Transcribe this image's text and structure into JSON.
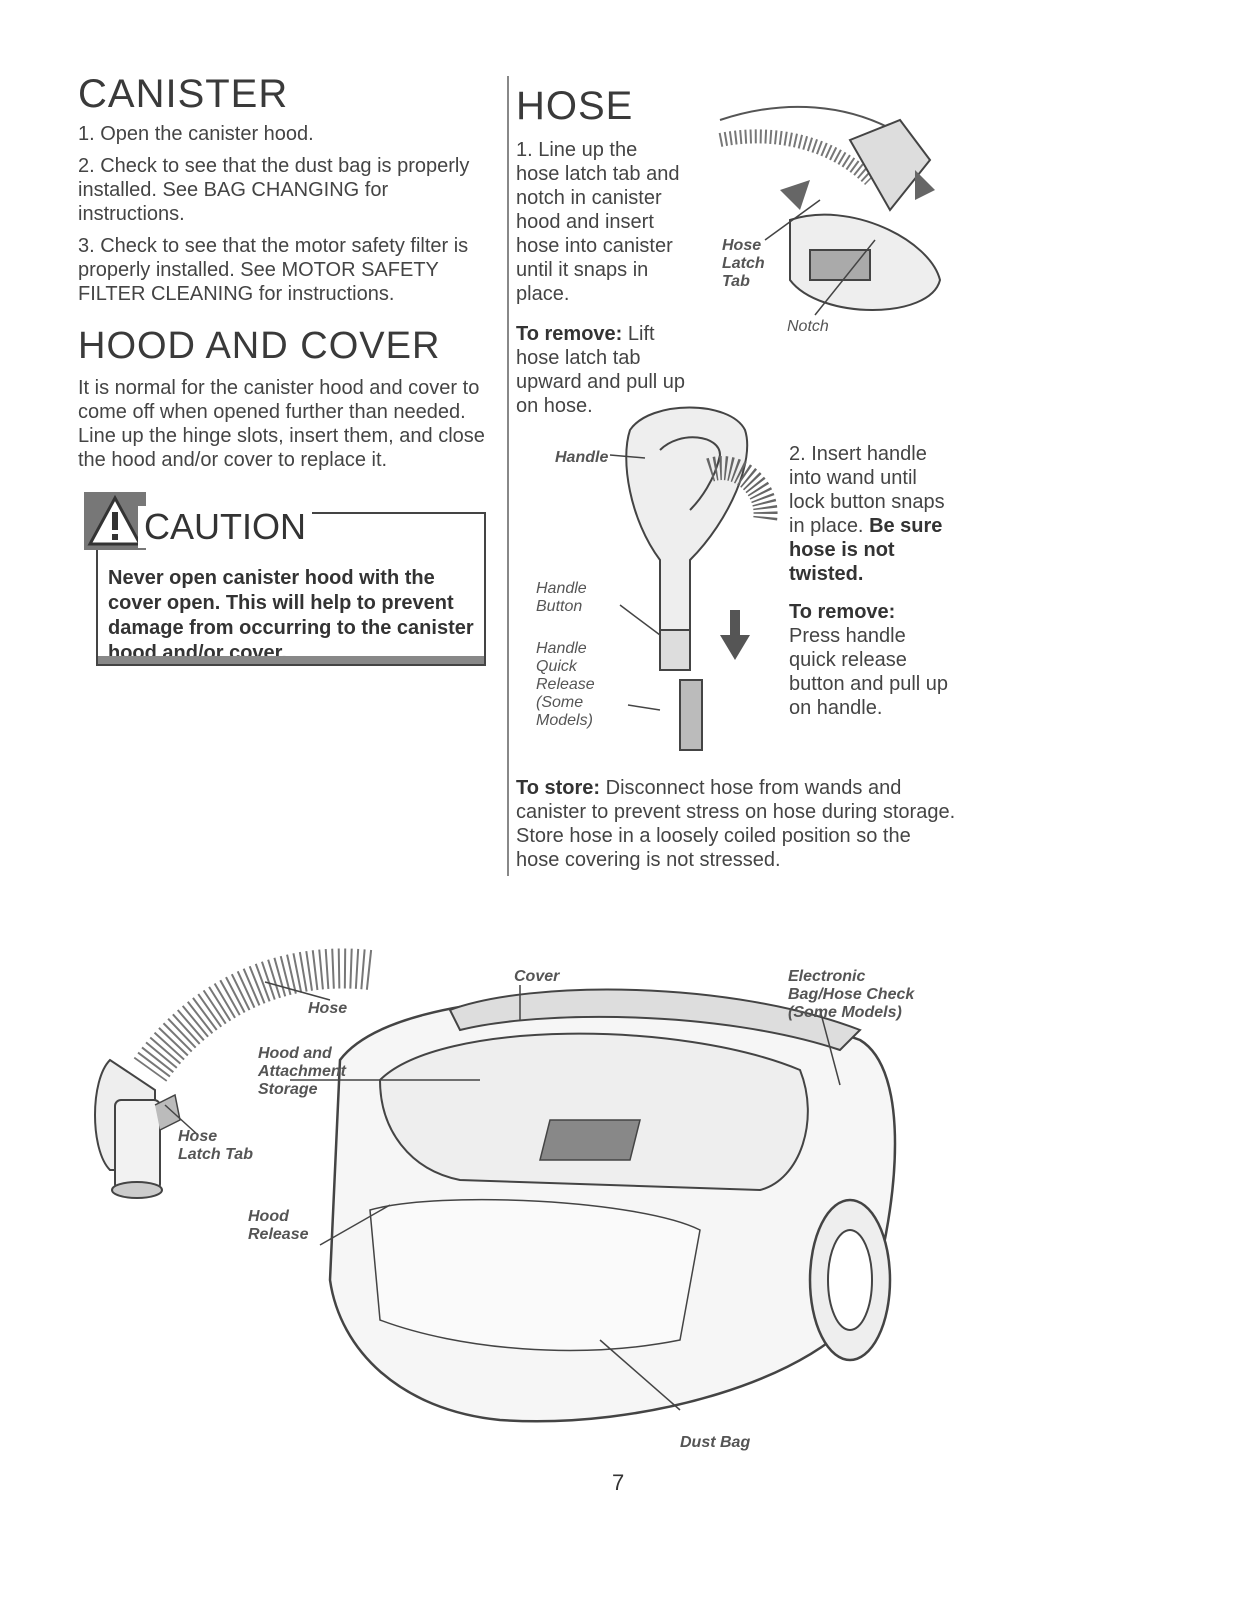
{
  "canister": {
    "heading": "CANISTER",
    "steps": [
      "1. Open the canister hood.",
      "2. Check to see that the dust bag is properly installed. See BAG CHANGING for instructions.",
      "3. Check to see that the motor safety filter is properly installed. See MOTOR SAFETY FILTER CLEANING for instructions."
    ]
  },
  "hood_cover": {
    "heading": "HOOD AND COVER",
    "text": "It is normal for the canister hood and cover to come off when opened further than needed. Line up the hinge slots, insert them, and close the hood and/or cover to replace it."
  },
  "caution": {
    "heading": "CAUTION",
    "text": "Never open canister hood with the cover open. This will help to prevent damage from occurring to the canister hood and/or cover."
  },
  "hose": {
    "heading": "HOSE",
    "step1": "1. Line up the hose latch tab and notch in canister hood and insert hose into canister until it snaps in place.",
    "remove1_label": "To remove:",
    "remove1_text": "Lift hose latch tab upward and pull up on hose.",
    "step2": "2. Insert handle into wand until lock button snaps in place.",
    "step2_bold": "Be sure hose is not twisted.",
    "remove2_label": "To remove:",
    "remove2_text": "Press handle quick release button and pull up on handle.",
    "store_label": "To store:",
    "store_text": "Disconnect hose from wands and canister to prevent stress on hose during storage. Store hose in a loosely coiled position so the hose covering is not stressed."
  },
  "labels": {
    "hose_latch_tab_top": "Hose Latch Tab",
    "notch": "Notch",
    "handle": "Handle",
    "handle_button": "Handle Button",
    "handle_quick_release": "Handle Quick Release (Some Models)",
    "cover": "Cover",
    "electronic_check": "Electronic Bag/Hose Check (Some Models)",
    "hose": "Hose",
    "hood_storage": "Hood and Attachment Storage",
    "hose_latch_tab_bottom": "Hose Latch Tab",
    "hood_release": "Hood Release",
    "dust_bag": "Dust Bag"
  },
  "page_number": "7"
}
